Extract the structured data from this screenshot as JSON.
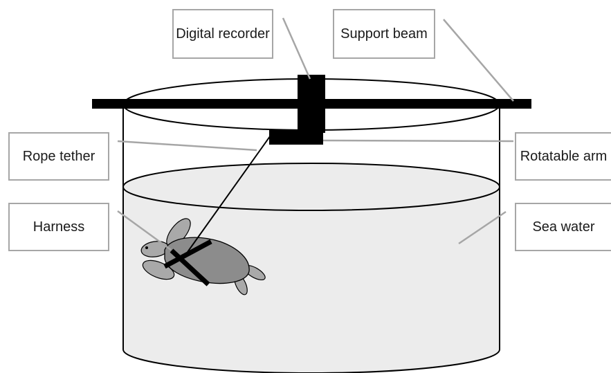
{
  "labels": {
    "digital_recorder": "Digital recorder",
    "support_beam": "Support beam",
    "rope_tether": "Rope tether",
    "rotatable_arm": "Rotatable arm",
    "harness": "Harness",
    "sea_water": "Sea water"
  },
  "colors": {
    "water": "#ececec",
    "turtle_body": "#8c8c8c",
    "turtle_limbs": "#a9a9a9",
    "label_border": "#a6a6a6",
    "leader_line": "#a6a6a6",
    "structure": "#000000"
  }
}
